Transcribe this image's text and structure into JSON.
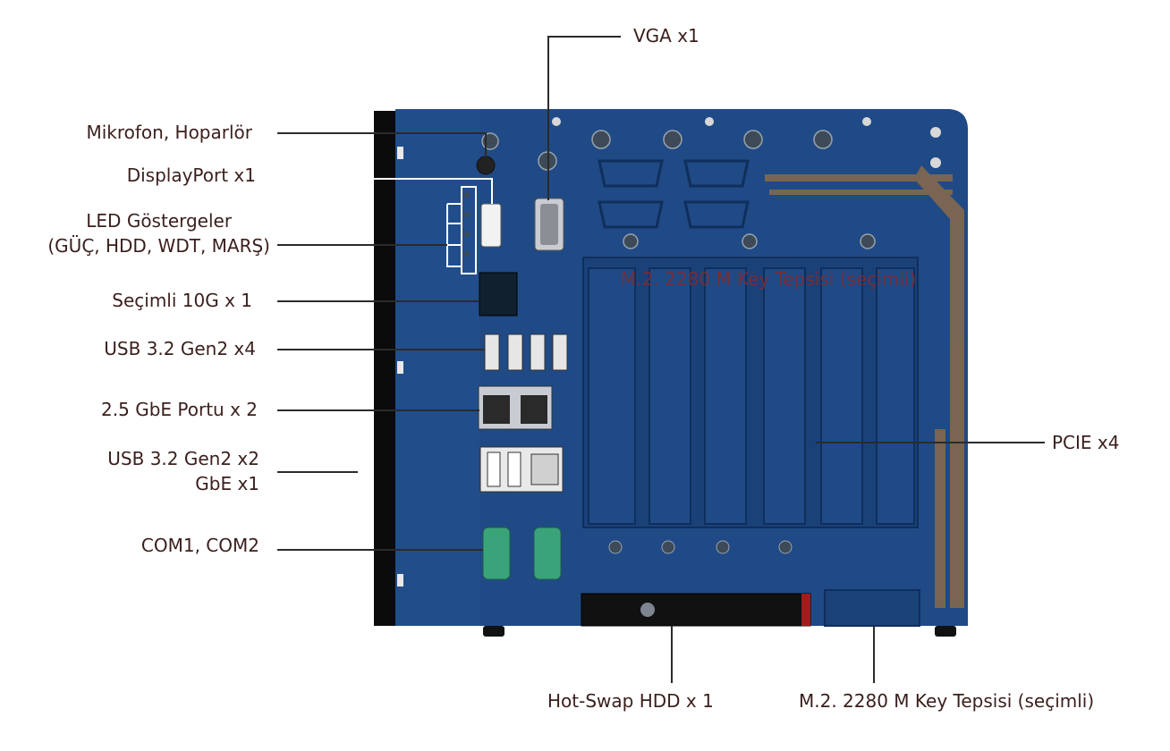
{
  "labels": {
    "vga": "VGA x1",
    "mic": "Mikrofon, Hoparlör",
    "displayport": "DisplayPort x1",
    "led_line1": "LED Göstergeler",
    "led_line2": "(GÜÇ, HDD, WDT, MARŞ)",
    "ten_g": "Seçimli 10G x 1",
    "usb4": "USB 3.2 Gen2 x4",
    "gbe25": "2.5 GbE Portu x 2",
    "usb2_line1": "USB 3.2 Gen2 x2",
    "usb2_line2": "GbE x1",
    "com": "COM1, COM2",
    "pcie": "PCIE x4",
    "hdd": "Hot-Swap HDD x 1",
    "m2_bottom": "M.2. 2280 M Key Tepsisi (seçimli)",
    "m2_ghost": "M.2. 2280 M Key Tepsisi (seçimli)"
  },
  "colors": {
    "chassis": "#1f4a86",
    "label_text": "#3a1f1c",
    "leader": "#2b2b2b",
    "com_port": "#3aa37a"
  }
}
